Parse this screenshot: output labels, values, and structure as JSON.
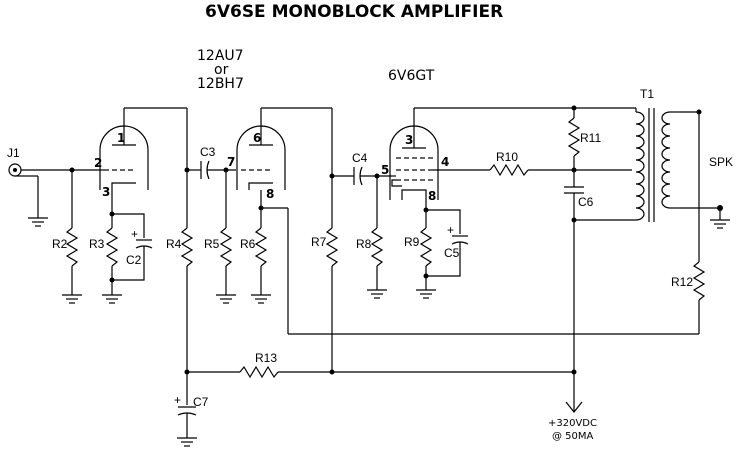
{
  "title": "6V6SE MONOBLOCK AMPLIFIER",
  "tubes": {
    "preamp_line1": "12AU7",
    "preamp_line2": "or",
    "preamp_line3": "12BH7",
    "power": "6V6GT"
  },
  "components": {
    "J1": "J1",
    "R2": "R2",
    "R3": "R3",
    "C2": "C2",
    "R4": "R4",
    "C3": "C3",
    "R5": "R5",
    "R6": "R6",
    "R7": "R7",
    "C4": "C4",
    "R8": "R8",
    "R9": "R9",
    "C5": "C5",
    "R10": "R10",
    "R11": "R11",
    "C6": "C6",
    "T1": "T1",
    "SPK": "SPK",
    "R12": "R12",
    "R13": "R13",
    "C7": "C7"
  },
  "pins": {
    "v1_p1": "1",
    "v1_p2": "2",
    "v1_p3": "3",
    "v2_p6": "6",
    "v2_p7": "7",
    "v2_p8": "8",
    "v3_p3": "3",
    "v3_p4": "4",
    "v3_p5": "5",
    "v3_p8": "8"
  },
  "supply": {
    "voltage": "+320VDC",
    "current": "@ 50MA"
  },
  "polarity": {
    "plus": "+"
  }
}
